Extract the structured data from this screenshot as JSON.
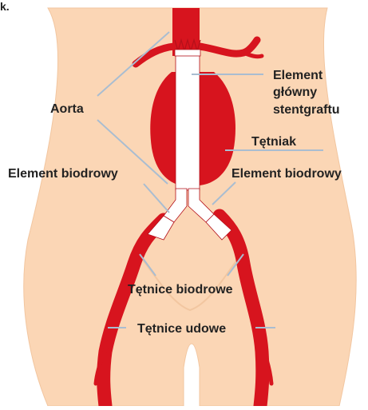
{
  "corner_text": "k.",
  "labels": {
    "aorta": "Aorta",
    "main_line1": "Element",
    "main_line2": "główny",
    "main_line3": "stentgraftu",
    "aneurysm": "Tętniak",
    "iliac_limb_left": "Element biodrowy",
    "iliac_limb_right": "Element biodrowy",
    "iliac_arteries": "Tętnice biodrowe",
    "femoral_arteries": "Tętnice udowe"
  },
  "colors": {
    "skin": "#fbd6b5",
    "skin_outline": "#f2c6a0",
    "artery": "#d7141e",
    "artery_dark": "#b3101a",
    "stent": "#ffffff",
    "leader": "#a9bdd1",
    "label": "#222222"
  }
}
